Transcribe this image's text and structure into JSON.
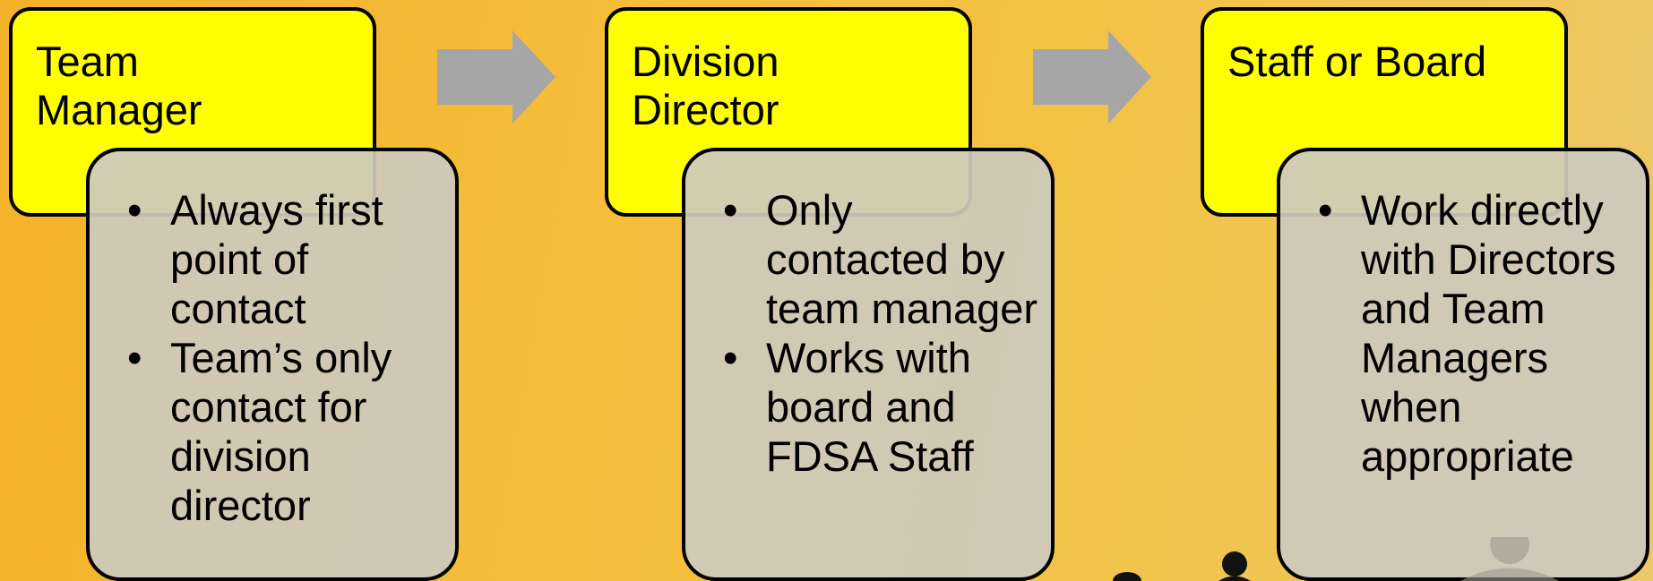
{
  "stages": [
    {
      "title": "Team\nManager",
      "bullets": [
        "Always first point of contact",
        "Team’s only contact for division director"
      ]
    },
    {
      "title": "Division\nDirector",
      "bullets": [
        "Only contacted by team manager",
        "Works with board and FDSA Staff"
      ]
    },
    {
      "title": "Staff or Board",
      "bullets": [
        "Work directly with Directors and Team Managers when appropriate"
      ]
    }
  ],
  "colors": {
    "title_box": "#ffff00",
    "detail_box": "#ccc9bd",
    "arrow": "#a6a6a6",
    "background": "#f5bd3a"
  },
  "icons": [
    "right-arrow-icon",
    "right-arrow-icon",
    "people-silhouette-icon"
  ]
}
